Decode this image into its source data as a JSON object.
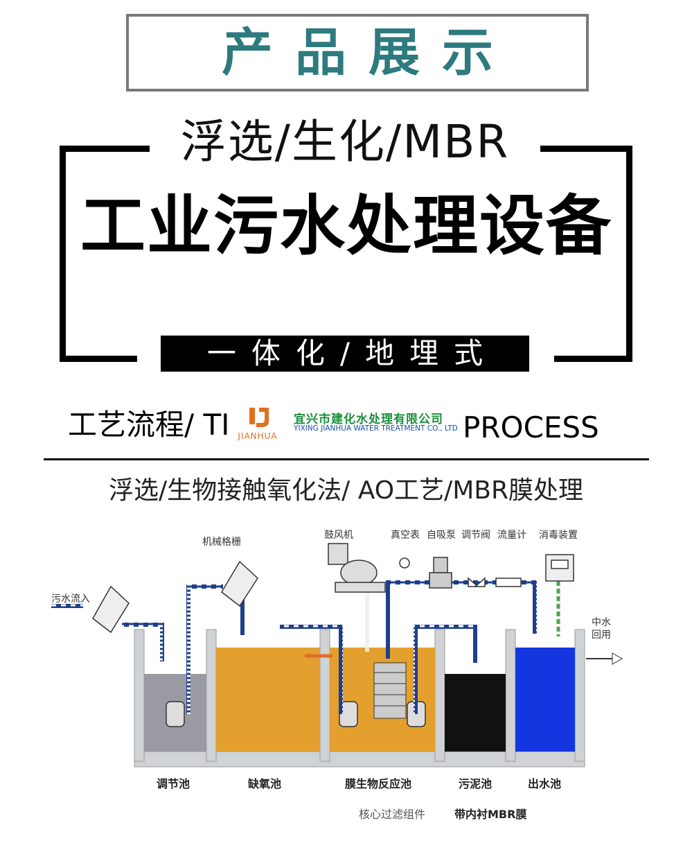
{
  "header": {
    "title": "产品展示"
  },
  "hero": {
    "subtitle": "浮选/生化/MBR",
    "title": "工业污水处理设备",
    "tagline": "一体化/地埋式"
  },
  "process": {
    "heading_left": "工艺流程/ TI",
    "heading_right": "PROCESS",
    "methods": "浮选/生物接触氧化法/ AO工艺/MBR膜处理"
  },
  "logo": {
    "mark": "J",
    "name": "JIANHUA",
    "company_cn": "宜兴市建化水处理有限公司",
    "company_en": "YIXING JIANHUA WATER TREATMENT CO., LTD"
  },
  "diagram": {
    "inflow": "污水流入",
    "screen": "机械格栅",
    "blower": "鼓风机",
    "vacuum_gauge": "真空表",
    "pump": "自吸泵",
    "valve": "调节阀",
    "flowmeter": "流量计",
    "disinfection": "消毒装置",
    "reuse_1": "中水",
    "reuse_2": "回用",
    "tank_equalization": "调节池",
    "tank_anoxic": "缺氧池",
    "tank_mbr": "膜生物反应池",
    "tank_sludge": "污泥池",
    "tank_outlet": "出水池",
    "core_component": "核心过滤组件",
    "membrane": "带内衬MBR膜",
    "colors": {
      "anoxic": "#e3a02e",
      "mbr": "#e3a02e",
      "sludge": "#111111",
      "outlet": "#1436e0",
      "equalization": "#9a9aa2",
      "wall": "#cfd3d6"
    }
  }
}
